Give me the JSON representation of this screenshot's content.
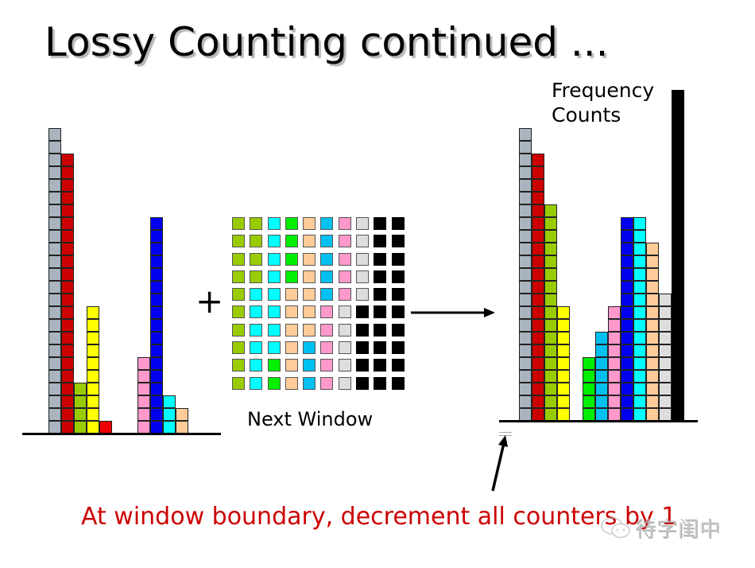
{
  "slide": {
    "title": "Lossy Counting continued ...",
    "plus_sign": "+",
    "next_window_label": "Next Window",
    "frequency_label_line1": "Frequency",
    "frequency_label_line2": "Counts",
    "note": "At window boundary, decrement all counters by 1",
    "watermark": "待字闺中"
  },
  "colors": {
    "grey": "#a9b4bf",
    "red": "#cc0000",
    "brightred": "#ee0000",
    "olive": "#99cc00",
    "yellow": "#ffff00",
    "green": "#00ee00",
    "skyblue": "#00c0f0",
    "pink": "#ff99cc",
    "blue": "#0000ee",
    "cyan": "#00ffff",
    "peach": "#ffcc99",
    "lightgrey": "#dddddd",
    "black": "#000000",
    "note_red": "#cc0000"
  },
  "chart_data": [
    {
      "type": "bar",
      "title": "Counts before window (left)",
      "categories": [
        "grey",
        "red",
        "olive",
        "yellow",
        "red2",
        "pink",
        "blue",
        "cyan",
        "peach"
      ],
      "values": [
        24,
        22,
        4,
        10,
        1,
        6,
        17,
        3,
        2
      ],
      "xlabel": "",
      "ylabel": "",
      "grid": false
    },
    {
      "type": "table",
      "title": "Next Window",
      "rows": [
        [
          "olive",
          "olive",
          "cyan",
          "green",
          "peach",
          "skyblue",
          "pink",
          "lightgrey",
          "black",
          "black"
        ],
        [
          "olive",
          "olive",
          "cyan",
          "green",
          "peach",
          "skyblue",
          "pink",
          "lightgrey",
          "black",
          "black"
        ],
        [
          "olive",
          "olive",
          "cyan",
          "green",
          "peach",
          "skyblue",
          "pink",
          "lightgrey",
          "black",
          "black"
        ],
        [
          "olive",
          "olive",
          "cyan",
          "green",
          "peach",
          "skyblue",
          "pink",
          "lightgrey",
          "black",
          "black"
        ],
        [
          "olive",
          "cyan",
          "cyan",
          "peach",
          "peach",
          "skyblue",
          "pink",
          "lightgrey",
          "black",
          "black"
        ],
        [
          "olive",
          "cyan",
          "cyan",
          "peach",
          "peach",
          "pink",
          "lightgrey",
          "black",
          "black",
          "black"
        ],
        [
          "olive",
          "cyan",
          "cyan",
          "peach",
          "peach",
          "pink",
          "lightgrey",
          "black",
          "black",
          "black"
        ],
        [
          "olive",
          "cyan",
          "cyan",
          "peach",
          "skyblue",
          "pink",
          "lightgrey",
          "black",
          "black",
          "black"
        ],
        [
          "olive",
          "cyan",
          "green",
          "peach",
          "skyblue",
          "pink",
          "lightgrey",
          "black",
          "black",
          "black"
        ],
        [
          "olive",
          "cyan",
          "green",
          "peach",
          "skyblue",
          "pink",
          "lightgrey",
          "black",
          "black",
          "black"
        ]
      ]
    },
    {
      "type": "bar",
      "title": "Frequency Counts (right)",
      "categories": [
        "grey",
        "red",
        "olive",
        "yellow",
        "green",
        "skyblue",
        "pink",
        "blue",
        "cyan",
        "peach",
        "lightgrey",
        "black"
      ],
      "values": [
        23,
        21,
        17,
        9,
        5,
        7,
        9,
        16,
        16,
        14,
        10,
        26
      ],
      "xlabel": "",
      "ylabel": "",
      "grid": false,
      "annotation": "At window boundary, decrement all counters by 1"
    }
  ]
}
